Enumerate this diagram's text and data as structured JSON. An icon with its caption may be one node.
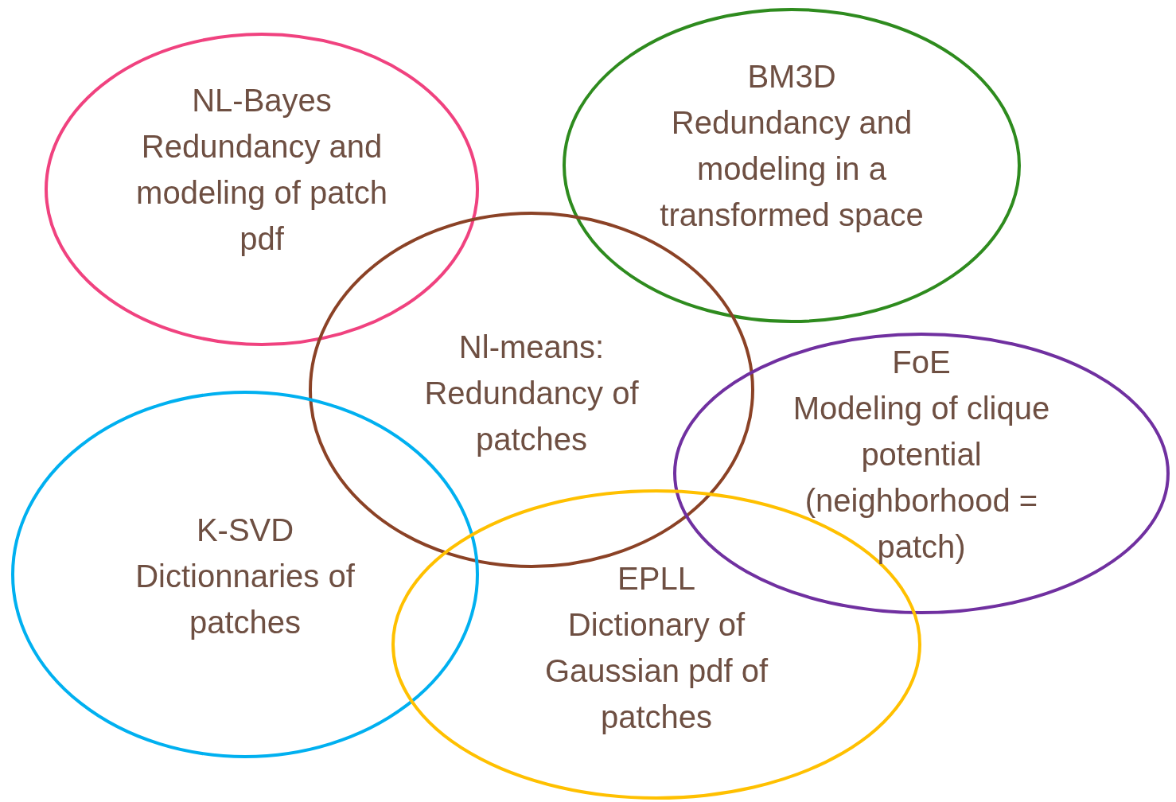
{
  "diagram": {
    "nodes": [
      {
        "text": [
          "NL-Bayes",
          "Redundancy and modeling of patch pdf"
        ]
      },
      {
        "text": [
          "BM3D",
          "Redundancy and modeling in a transformed space"
        ]
      },
      {
        "text": [
          "Nl-means: Redundancy of patches"
        ]
      },
      {
        "text": [
          "FoE",
          "Modeling of clique potential (neighborhood = patch)"
        ]
      },
      {
        "text": [
          "K-SVD",
          "Dictionnaries of patches"
        ]
      },
      {
        "text": [
          "EPLL",
          "Dictionary of Gaussian pdf of patches"
        ]
      }
    ]
  }
}
